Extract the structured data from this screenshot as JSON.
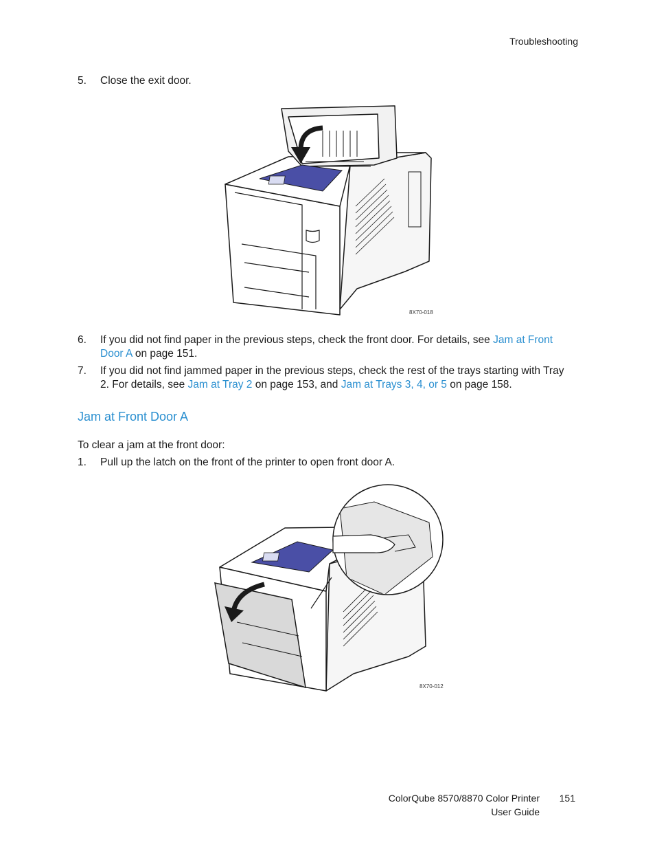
{
  "header": {
    "section": "Troubleshooting"
  },
  "step5": {
    "num": "5.",
    "text": "Close the exit door."
  },
  "figure1": {
    "caption": "8X70-018"
  },
  "step6": {
    "num": "6.",
    "pre": "If you did not find paper in the previous steps, check the front door. For details, see ",
    "link": "Jam at Front Door A",
    "post": " on page 151."
  },
  "step7": {
    "num": "7.",
    "pre": "If you did not find jammed paper in the previous steps, check the rest of the trays starting with Tray 2. For details, see ",
    "link1": "Jam at Tray 2",
    "mid": " on page 153, and ",
    "link2": "Jam at Trays 3, 4, or 5",
    "post": " on page 158."
  },
  "section": {
    "title": "Jam at Front Door A",
    "intro": "To clear a jam at the front door:"
  },
  "step1": {
    "num": "1.",
    "text": "Pull up the latch on the front of the printer to open front door A."
  },
  "figure2": {
    "caption": "8X70-012"
  },
  "footer": {
    "product": "ColorQube 8570/8870 Color Printer",
    "guide": "User Guide",
    "page": "151"
  },
  "colors": {
    "link": "#2a8fd0",
    "panel": "#4a4fa6",
    "shade": "#d9d9d9"
  }
}
